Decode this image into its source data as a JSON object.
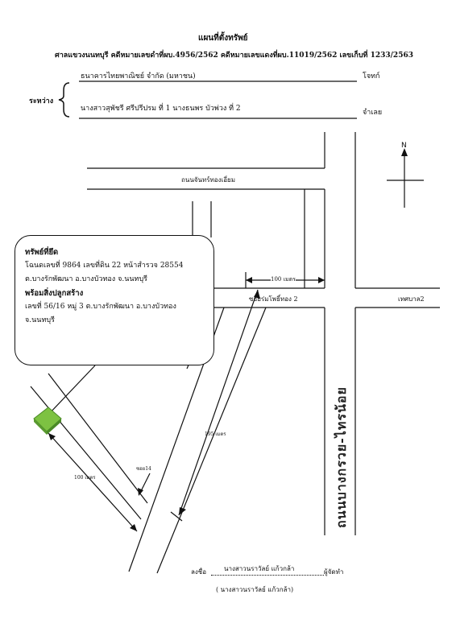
{
  "header": {
    "title": "แผนที่ตั้งทรัพย์",
    "court_line": "ศาลแขวงนนทบุรี คดีหมายเลขดำที่ผบ.4956/2562 คดีหมายเลขแดงที่ผบ.11019/2562 เลขเก็บที่ 1233/2563"
  },
  "parties": {
    "between_label": "ระหว่าง",
    "plaintiff_name": "ธนาคารไทยพาณิชย์ จำกัด (มหาชน)",
    "plaintiff_role": "โจทก์",
    "defendant_name": "นางสาวสุพัชรี ศรีปรีปรม ที่ 1 นางธนพร บัวพ่วง ที่ 2",
    "defendant_role": "จำเลย"
  },
  "compass": {
    "north": "N"
  },
  "roads": {
    "chan_thong_iam": "ถนนจันทร์ทองเอี่ยม",
    "soi_rom_pho": "ซอยร่มโพธิ์ทอง 2",
    "thesaban2": "เทศบาล2",
    "main_road_vertical": "ถนนบางกรวย-ไทรน้อย",
    "soi14": "ซอย14"
  },
  "distances": {
    "d100_top": "100 เมตร",
    "d195": "195 เมตร",
    "d100_bottom": "100 เมตร"
  },
  "callout": {
    "heading": "ทรัพย์ที่ยึด",
    "deed_line": "โฉนดเลขที่ 9864 เลขที่ดิน 22 หน้าสำรวจ 28554",
    "location_line": "ต.บางรักพัฒนา อ.บางบัวทอง จ.นนทบุรี",
    "building_heading": "พร้อมสิ่งปลูกสร้าง",
    "house_line": "เลขที่ 56/16 หมู่ 3 ต.บางรักพัฒนา อ.บางบัวทอง",
    "province_line": "จ.นนทบุรี"
  },
  "signature": {
    "sign_label": "ลงชื่อ",
    "name": "นางสาวนราวัลย์ แก้วกล้า",
    "role": "ผู้จัดทำ",
    "printed_name": "( นางสาวนราวัลย์ แก้วกล้า)"
  },
  "colors": {
    "property_marker": "#7dc242",
    "property_marker_edge": "#4a8a26"
  }
}
